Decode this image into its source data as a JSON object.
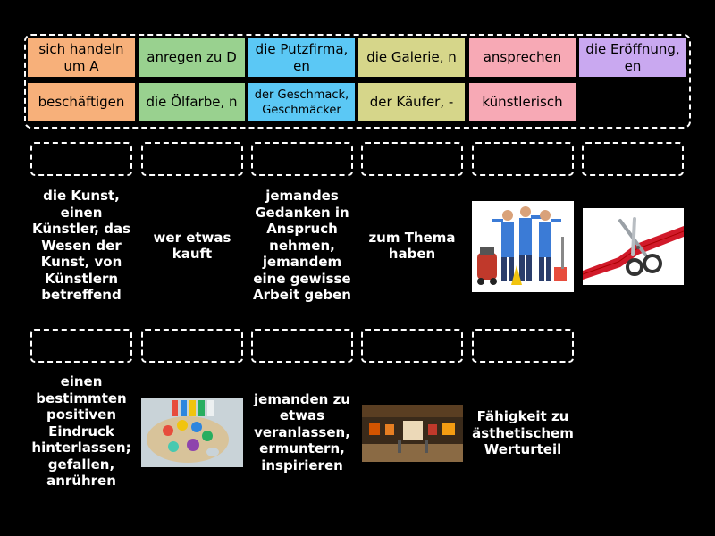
{
  "tiles": [
    {
      "text": "sich handeln um A",
      "color": "#f7b07a"
    },
    {
      "text": "anregen zu D",
      "color": "#99d18f"
    },
    {
      "text": "die Putzfirma, en",
      "color": "#5bc8f5"
    },
    {
      "text": "die Galerie, n",
      "color": "#d6d68a"
    },
    {
      "text": "ansprechen",
      "color": "#f7a9b5"
    },
    {
      "text": "die Eröffnung, en",
      "color": "#c9a8f0"
    },
    {
      "text": "beschäftigen",
      "color": "#f7b07a"
    },
    {
      "text": "die Ölfarbe, n",
      "color": "#99d18f"
    },
    {
      "text": "der Geschmack, Geschmäcker",
      "color": "#5bc8f5"
    },
    {
      "text": "der Käufer, -",
      "color": "#d6d68a"
    },
    {
      "text": "künstlerisch",
      "color": "#f7a9b5"
    }
  ],
  "clues_row1": [
    "die Kunst, einen Künstler, das Wesen der Kunst, von Künstlern betreffend",
    "wer etwas kauft",
    "jemandes Gedanken in Anspruch nehmen, jemandem eine gewisse Arbeit geben",
    "zum Thema haben"
  ],
  "clues_row2": [
    "einen bestimmten positiven Eindruck hinterlassen; gefallen, anrühren",
    "jemanden zu etwas veranlassen, ermuntern, inspirieren",
    "Fähigkeit zu ästhetischem Werturteil"
  ],
  "images": {
    "cleaners": "cleaning-crew-image",
    "ribbon": "ribbon-cutting-image",
    "palette": "paint-palette-image",
    "gallery": "gallery-hall-image"
  }
}
